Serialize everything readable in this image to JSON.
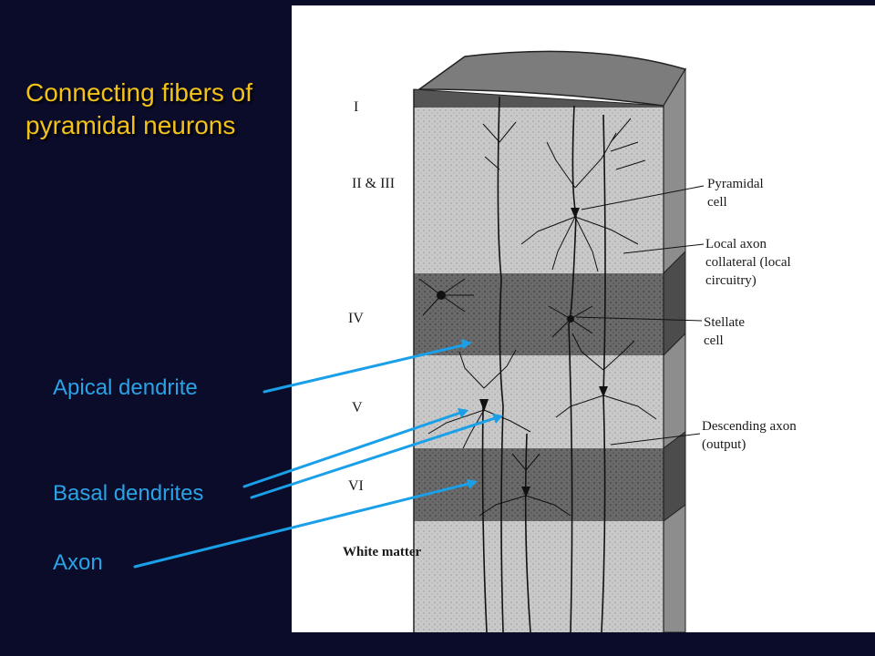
{
  "slide": {
    "title": "Connecting fibers of pyramidal neurons",
    "labels": {
      "apical": "Apical dendrite",
      "basal": "Basal dendrites",
      "axon": "Axon"
    }
  },
  "figure": {
    "layers": [
      "I",
      "II & III",
      "IV",
      "V",
      "VI",
      "White matter"
    ],
    "callouts": {
      "pyramidal": [
        "Pyramidal",
        "cell"
      ],
      "local_axon": [
        "Local axon",
        "collateral (local",
        "circuitry)"
      ],
      "stellate": [
        "Stellate",
        "cell"
      ],
      "descending": [
        "Descending axon",
        "(output)"
      ]
    }
  },
  "colors": {
    "background": "#0b0b2a",
    "title": "#f2c21b",
    "label": "#2aa3e6",
    "arrow": "#1aa0e8"
  }
}
